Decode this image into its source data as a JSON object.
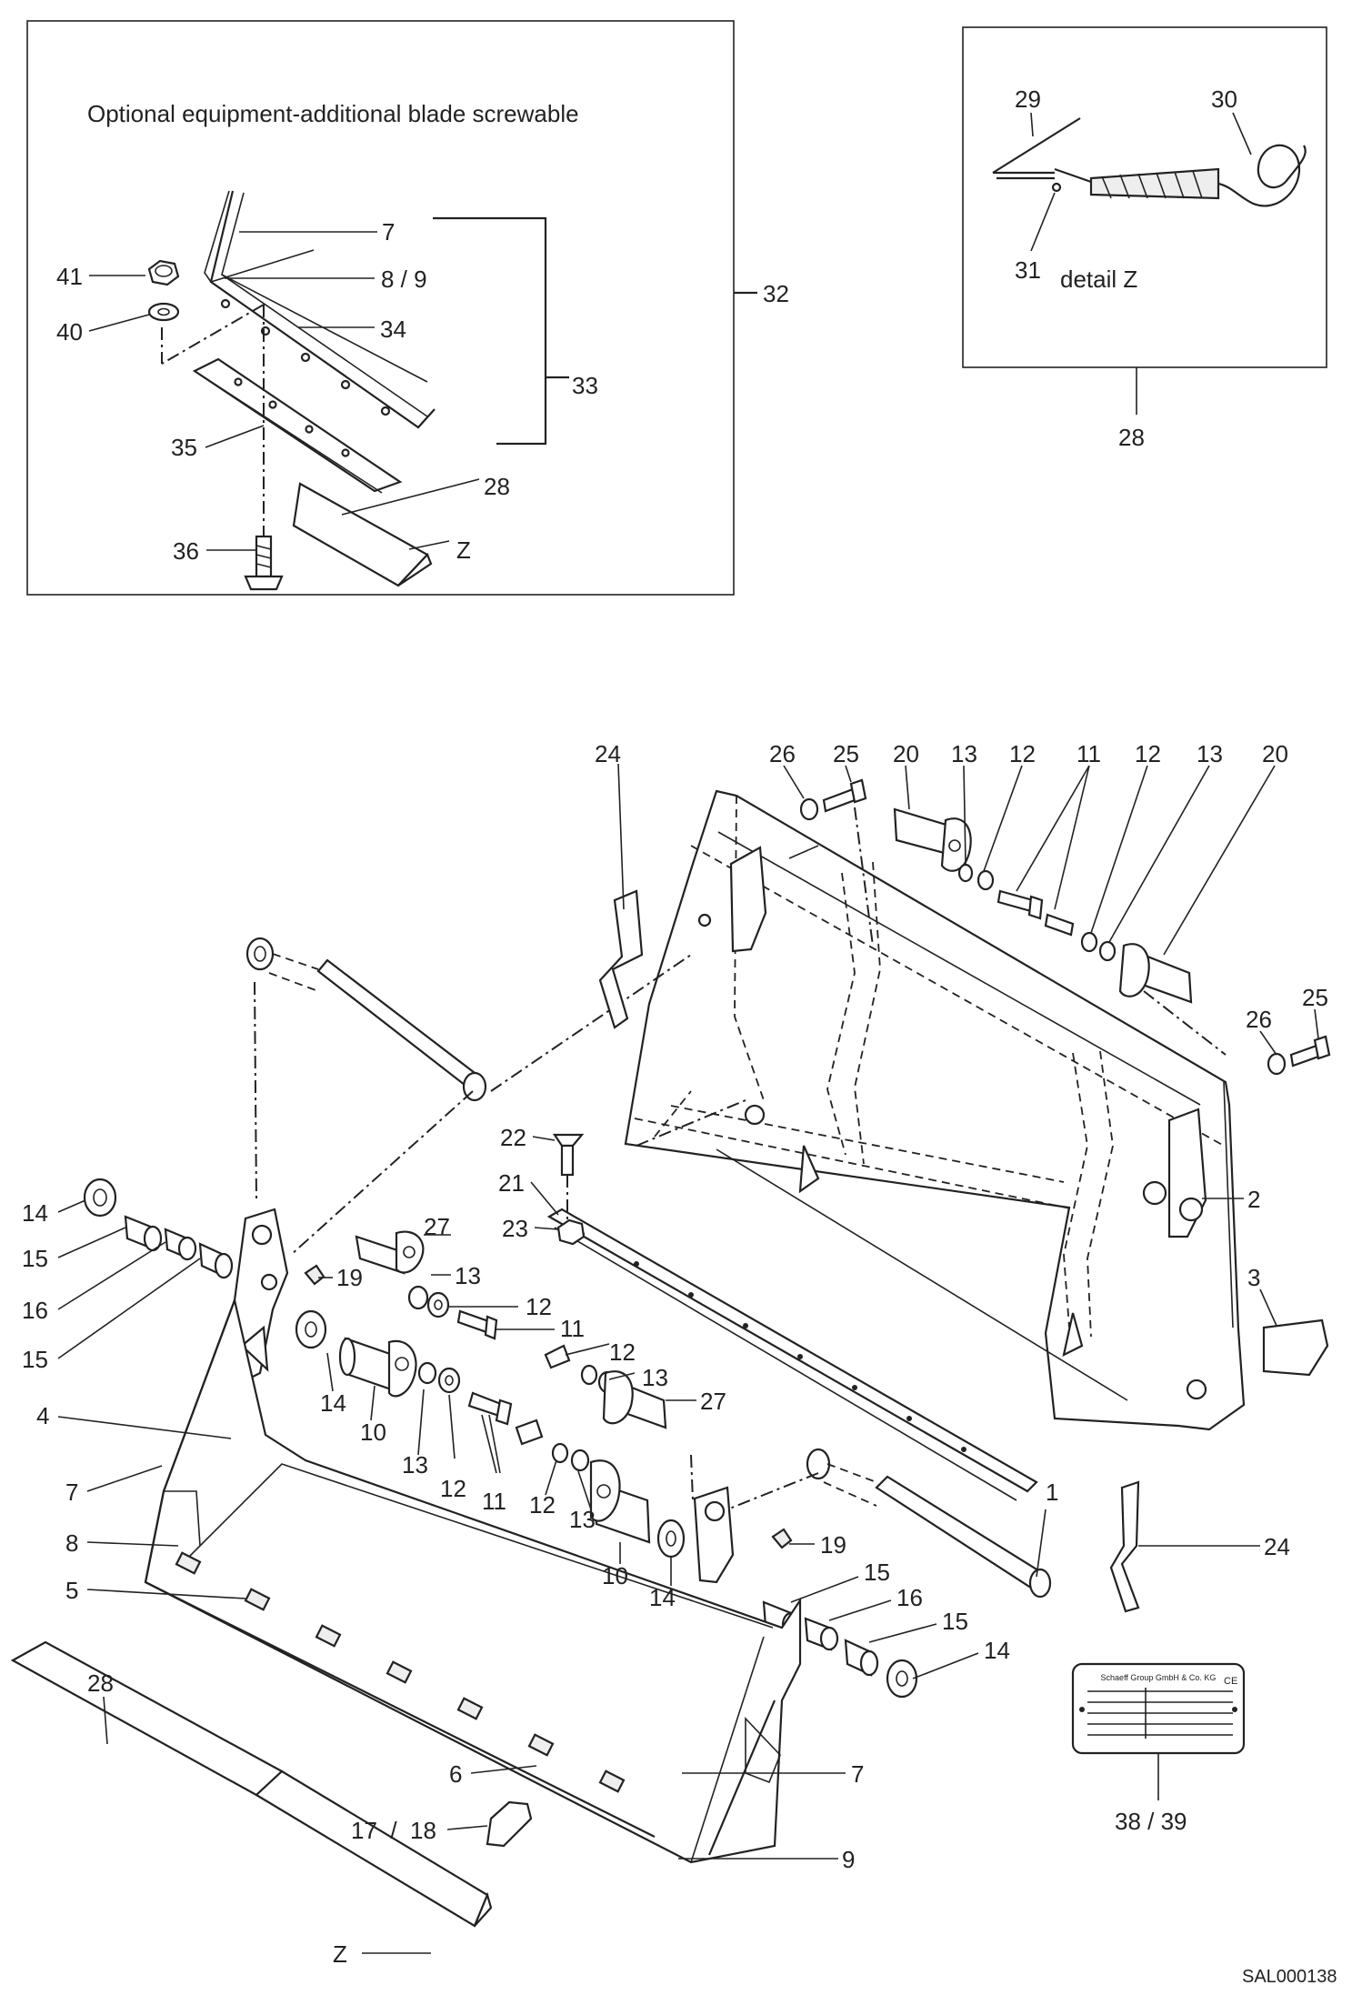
{
  "detail_box": {
    "title": "Optional equipment-additional blade screwable",
    "labels": {
      "n7": "7",
      "n8_9": "8 / 9",
      "n41": "41",
      "n40": "40",
      "n34": "34",
      "n32": "32",
      "n33": "33",
      "n35": "35",
      "n28": "28",
      "n36": "36",
      "z": "Z"
    }
  },
  "detail_z": {
    "title": "detail Z",
    "labels": {
      "n29": "29",
      "n30": "30",
      "n31": "31",
      "n28": "28"
    }
  },
  "main_labels": {
    "n24a": "24",
    "n26a": "26",
    "n25a": "25",
    "n20a": "20",
    "n13a": "13",
    "n12a": "12",
    "n11a": "11",
    "n12b": "12",
    "n13b": "13",
    "n20b": "20",
    "n26b": "26",
    "n25b": "25",
    "n22": "22",
    "n21": "21",
    "n23": "23",
    "n2": "2",
    "n3": "3",
    "n14a": "14",
    "n15a": "15",
    "n16a": "16",
    "n15b": "15",
    "n19a": "19",
    "n27a": "27",
    "n13c": "13",
    "n12c": "12",
    "n11b": "11",
    "n12d": "12",
    "n13d": "13",
    "n27b": "27",
    "n4": "4",
    "n14b": "14",
    "n10a": "10",
    "n13e": "13",
    "n12e": "12",
    "n11c": "11",
    "n12f": "12",
    "n13f": "13",
    "n10b": "10",
    "n14c": "14",
    "n7a": "7",
    "n8": "8",
    "n5": "5",
    "n1": "1",
    "n19b": "19",
    "n24b": "24",
    "n15c": "15",
    "n16b": "16",
    "n15d": "15",
    "n14d": "14",
    "n28": "28",
    "n6": "6",
    "n7b": "7",
    "n17_18": "17  /  18",
    "n9": "9",
    "n38_39": "38 / 39",
    "z": "Z"
  },
  "nameplate": {
    "maker": "Schaeff Group GmbH & Co. KG",
    "mark": "CE"
  },
  "drawing_ref": "SAL000138"
}
